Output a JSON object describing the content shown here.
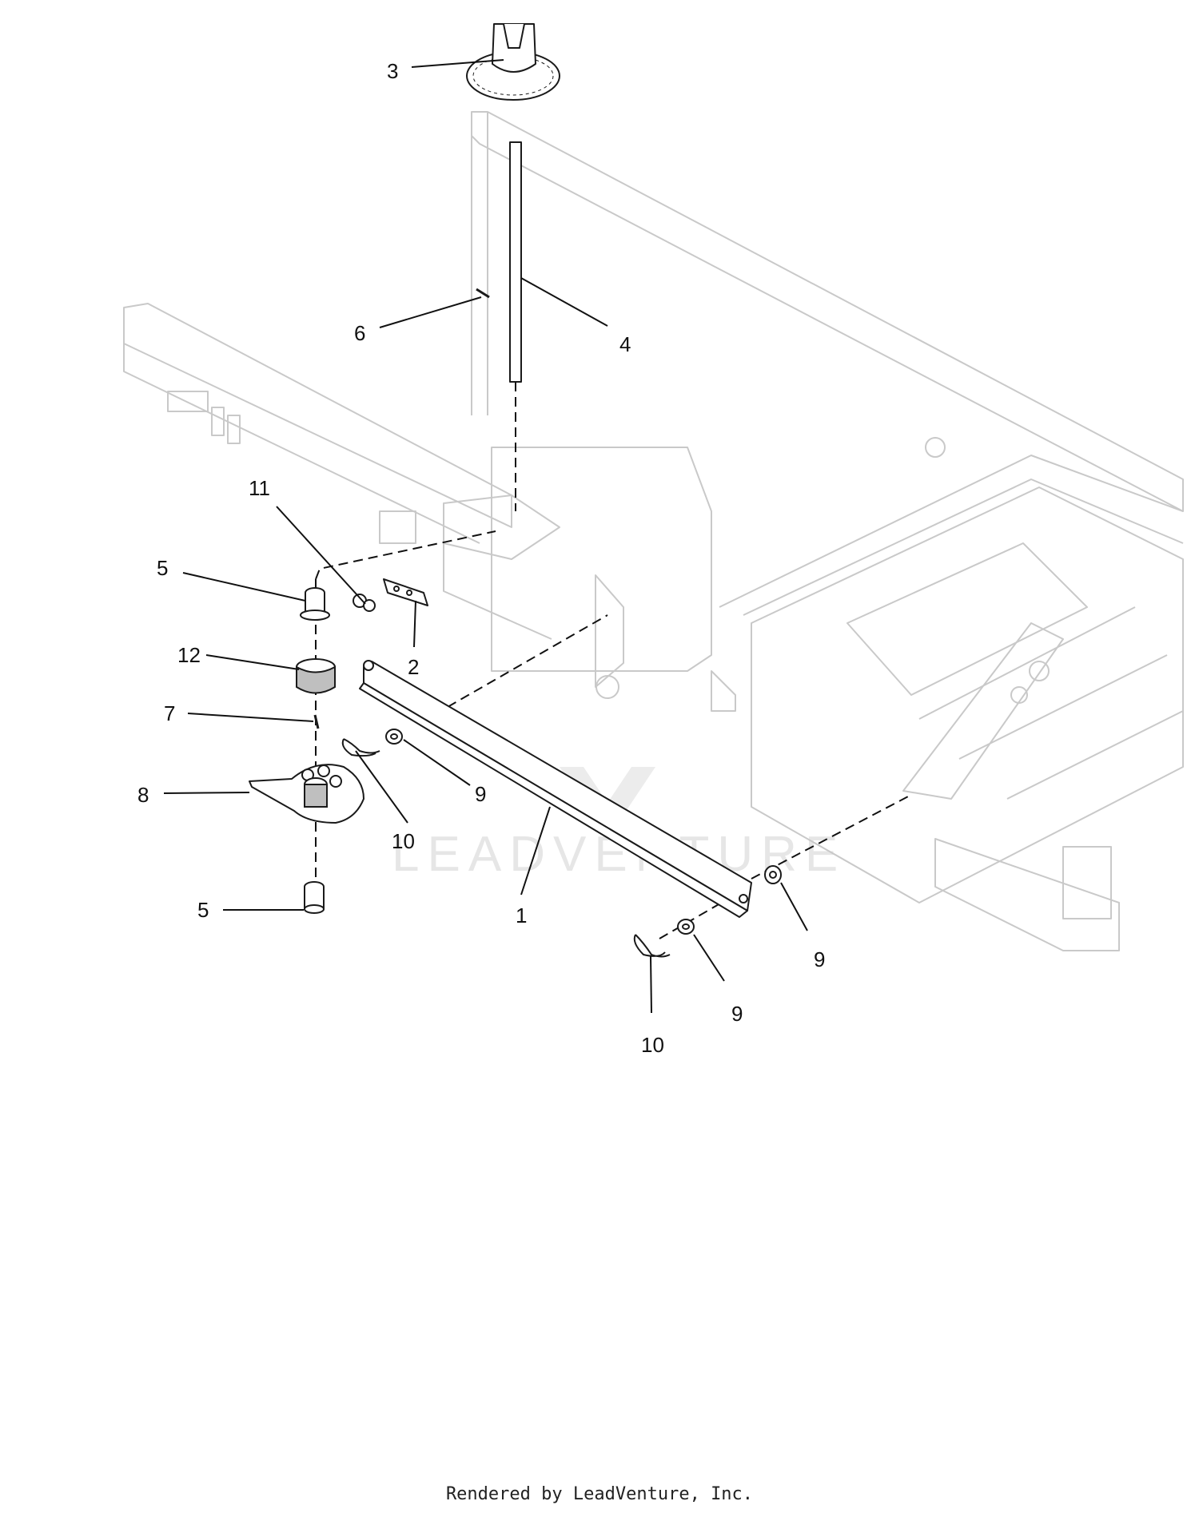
{
  "diagram": {
    "callouts": {
      "c1": "1",
      "c2": "2",
      "c3": "3",
      "c4": "4",
      "c5a": "5",
      "c5b": "5",
      "c6": "6",
      "c7": "7",
      "c8": "8",
      "c9a": "9",
      "c9b": "9",
      "c9c": "9",
      "c10a": "10",
      "c10b": "10",
      "c11": "11",
      "c12": "12"
    },
    "watermark": "LEADVENTURE"
  },
  "footer": {
    "text": "Rendered by LeadVenture, Inc."
  }
}
